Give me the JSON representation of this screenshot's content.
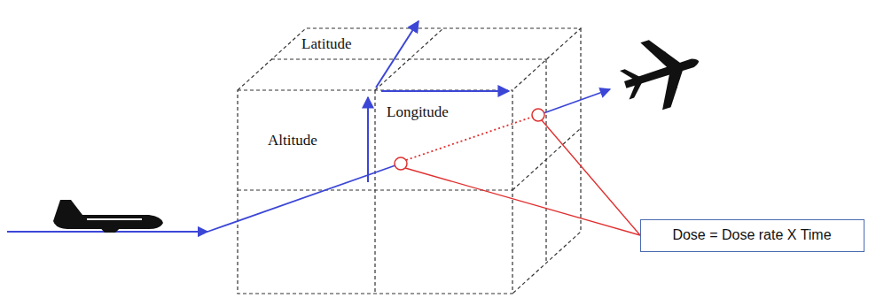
{
  "diagram": {
    "nodes": [
      {
        "text": [
          "Dose = Dose rate X Time"
        ]
      }
    ],
    "labels": [
      "Latitude",
      "Altitude",
      "Longitude"
    ]
  }
}
